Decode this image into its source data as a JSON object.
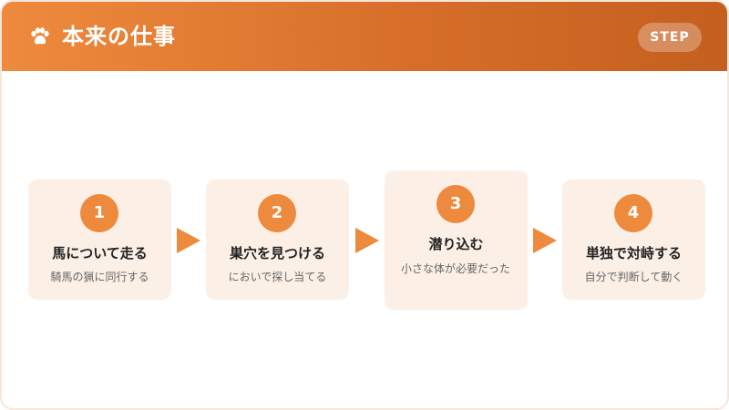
{
  "header": {
    "title": "本来の仕事",
    "badge": "STEP",
    "icon": "paw-icon"
  },
  "colors": {
    "accent": "#ee8a3d",
    "header_end": "#c55f1f",
    "card_bg": "#fcefe6"
  },
  "steps": [
    {
      "number": "1",
      "title": "馬について走る",
      "desc": "騎馬の猟に同行する"
    },
    {
      "number": "2",
      "title": "巣穴を見つける",
      "desc": "においで探し当てる"
    },
    {
      "number": "3",
      "title": "潜り込む",
      "desc": "小さな体が必要だった"
    },
    {
      "number": "4",
      "title": "単独で対峙する",
      "desc": "自分で判断して動く"
    }
  ]
}
